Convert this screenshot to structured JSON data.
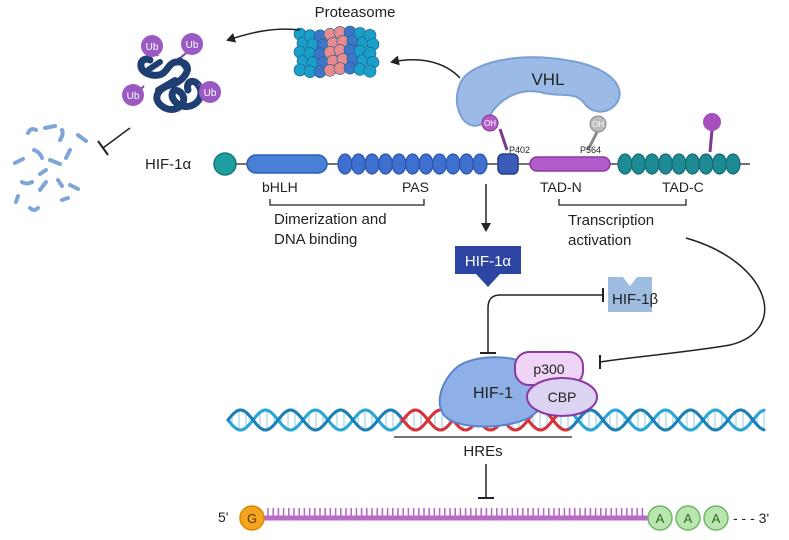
{
  "proteasome": {
    "label": "Proteasome"
  },
  "vhl": {
    "label": "VHL"
  },
  "ubiquitin": {
    "tag": "Ub"
  },
  "hif1a_gene": {
    "label": "HIF-1α",
    "domains": {
      "bhlh": "bHLH",
      "pas": "PAS",
      "tad_n": "TAD-N",
      "tad_c": "TAD-C"
    },
    "sites": {
      "p402": "P402",
      "p564": "P564",
      "oh": "OH"
    }
  },
  "annotations": {
    "dimerization_line1": "Dimerization and",
    "dimerization_line2": "DNA binding",
    "transcription_line1": "Transcription",
    "transcription_line2": "activation"
  },
  "hif1a_protein": {
    "label": "HIF-1α"
  },
  "hif1b": {
    "label": "HIF-1β"
  },
  "complex": {
    "hif1": "HIF-1",
    "p300": "p300",
    "cbp": "CBP"
  },
  "hres": {
    "label": "HREs"
  },
  "mrna": {
    "five_prime": "5'",
    "cap": "G",
    "polya": [
      "A",
      "A",
      "A"
    ],
    "three_prime": "- - - 3'"
  },
  "colors": {
    "proteasome_teal": "#1a9fc9",
    "proteasome_pink": "#ea8c8f",
    "proteasome_blue": "#3d76c9",
    "vhl": "#9bbbe6",
    "ubiquitin": "#9b59c4",
    "hif_chain_blue": "#3f6fcf",
    "hif_teal": "#1e8a94",
    "tad_n": "#b25cc9",
    "hif1a_box": "#2c45a3",
    "hif1b_box": "#9fbde0",
    "dna_blue": "#29a6d6",
    "dna_red": "#d6333a",
    "mrna": "#b96ac9",
    "cap": "#f4a520",
    "polya": "#b9e6b0"
  }
}
